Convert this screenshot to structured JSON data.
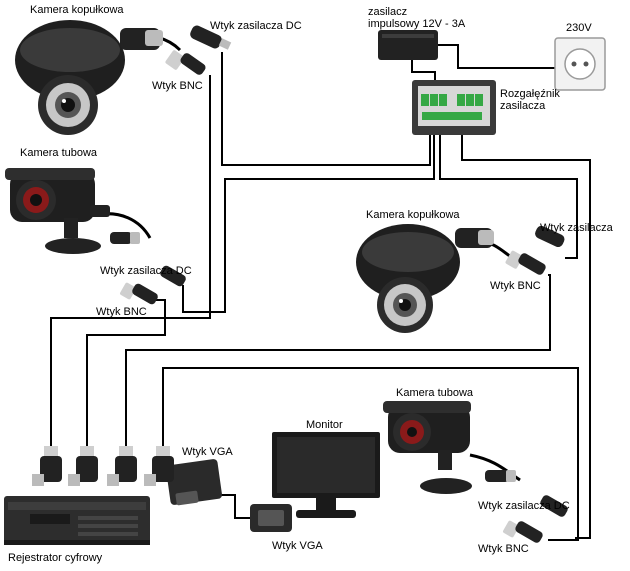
{
  "colors": {
    "cable": "#000000",
    "camera_body": "#1f1f1f",
    "lens_ring": "#c7c7c7",
    "terminal_green": "#35a845",
    "adapter_body": "#2a2a2a",
    "socket_white": "#f2f2f2",
    "recorder_body": "#2d2d2d"
  },
  "labels": {
    "camera_dome_top": "Kamera kopułkowa",
    "dc_plug_top": "Wtyk zasilacza DC",
    "bnc_top": "Wtyk BNC",
    "power_supply": "zasilacz\nimpulsowy 12V - 3A",
    "mains": "230V",
    "splitter": "Rozgałęźnik\nzasilacza",
    "camera_tube_left": "Kamera tubowa",
    "dc_plug_left": "Wtyk zasilacza DC",
    "bnc_left": "Wtyk BNC",
    "camera_dome_right": "Kamera kopułkowa",
    "dc_plug_right": "Wtyk zasilacza",
    "bnc_right": "Wtyk BNC",
    "monitor": "Monitor",
    "camera_tube_right": "Kamera tubowa",
    "vga_top": "Wtyk VGA",
    "vga_bottom": "Wtyk VGA",
    "dc_plug_bottom": "Wtyk zasilacza DC",
    "bnc_bottom": "Wtyk BNC",
    "recorder": "Rejestrator cyfrowy"
  },
  "icons": {
    "dome_camera": "dome-camera-icon",
    "bullet_camera": "bullet-camera-icon",
    "power_adapter": "power-adapter-icon",
    "wall_socket": "wall-socket-icon",
    "splitter_box": "power-splitter-icon",
    "monitor": "monitor-icon",
    "recorder": "dvr-icon",
    "bnc": "bnc-connector-icon",
    "dc": "dc-plug-icon",
    "vga": "vga-connector-icon"
  }
}
